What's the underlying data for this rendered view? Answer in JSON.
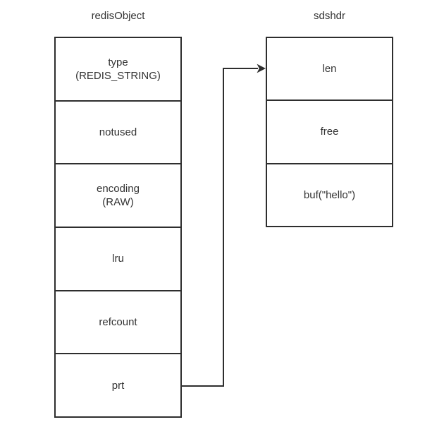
{
  "background_color": "#ffffff",
  "stroke_color": "#2e2e2e",
  "text_color": "#333333",
  "left_table": {
    "title": "redisObject",
    "cells": [
      "type\n(REDIS_STRING)",
      "notused",
      "encoding\n(RAW)",
      "lru",
      "refcount",
      "prt"
    ]
  },
  "right_table": {
    "title": "sdshdr",
    "cells": [
      "len",
      "free",
      "buf(\"hello\")"
    ]
  },
  "arrow": {
    "from_cell": "prt",
    "to_cell": "len",
    "description": "elbow connector from prt cell of redisObject to len cell of sdshdr"
  }
}
